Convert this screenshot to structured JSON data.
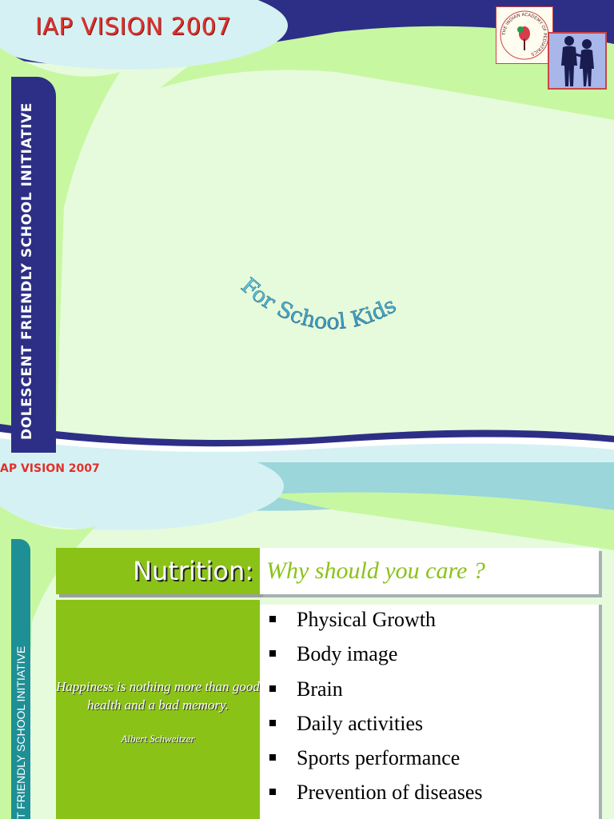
{
  "slide1": {
    "title": "IAP VISION 2007",
    "vertical_text": "DOLESCENT FRIENDLY SCHOOL INITIATIVE",
    "arc_text": "For School Kids",
    "logo_text": "THE INDIAN ACADEMY OF PEDIATRICS"
  },
  "slide2": {
    "title": "AP VISION 2007",
    "vertical_text": "T FRIENDLY SCHOOL INITIATIVE",
    "heading": "Nutrition:",
    "subheading": "Why should you care ?",
    "quote": "Happiness is nothing more than good health and a bad memory.",
    "quote_author": "Albert Schweitzer",
    "bullets": [
      "Physical Growth",
      "Body image",
      "Brain",
      "Daily activities",
      "Sports performance",
      "Prevention of diseases"
    ]
  },
  "colors": {
    "navy": "#2d2f86",
    "green": "#8ac218",
    "teal": "#1e8f95",
    "title_red": "#e0312c",
    "background": "#e6fbdc"
  },
  "icons": [
    "iap-logo-icon",
    "teen-couple-icon"
  ]
}
